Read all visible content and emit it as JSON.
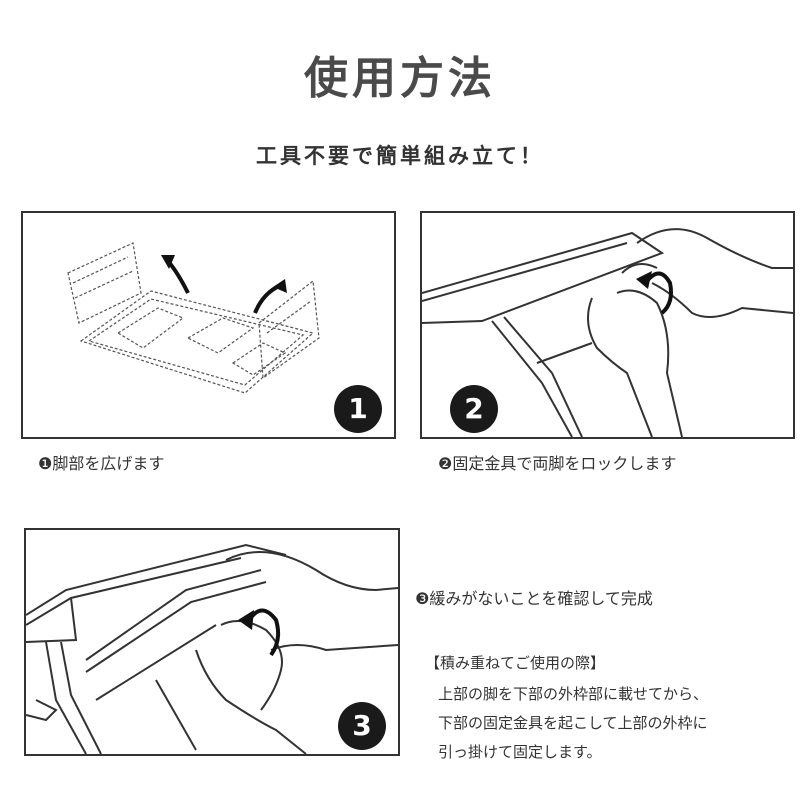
{
  "title": "使用方法",
  "subtitle": "工具不要で簡単組み立て！",
  "steps": [
    {
      "number": "1",
      "caption": "❶脚部を広げます"
    },
    {
      "number": "2",
      "caption": "❷固定金具で両脚をロックします"
    },
    {
      "number": "3",
      "caption": "❸緩みがないことを確認して完成"
    }
  ],
  "note": {
    "heading": "【積み重ねてご使用の際】",
    "lines": [
      "上部の脚を下部の外枠部に載せてから、",
      "下部の固定金具を起こして上部の外枠に",
      "引っ掛けて固定します。"
    ]
  }
}
